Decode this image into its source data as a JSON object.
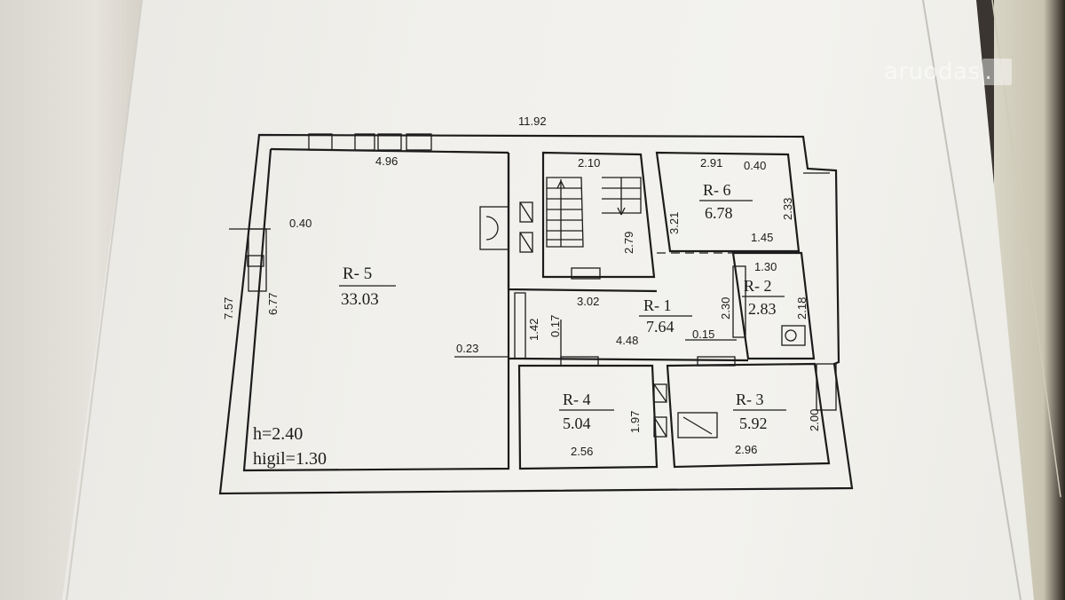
{
  "watermark": {
    "brand": "aruodas",
    "tld": ".lt"
  },
  "plan": {
    "overall_width": "11.92",
    "overall_height": "7.57",
    "wall_top": "0.40",
    "wall_right": "0.40",
    "r5_width": "4.96",
    "r5_height": "6.77",
    "stair_width": "2.10",
    "stair_length": "2.79",
    "hall_width": "3.02",
    "hall_length": "4.48",
    "dim_142": "1.42",
    "dim_017": "0.17",
    "dim_023": "0.23",
    "dim_015": "0.15",
    "dim_230": "2.30",
    "dim_321": "3.21",
    "r6_width": "2.91",
    "r6_height": "2.33",
    "r6_dim2": "1.45",
    "r2_width": "1.30",
    "r2_height": "2.18",
    "r4_width": "2.56",
    "r4_height": "1.97",
    "r3_width": "2.96",
    "r3_height": "2.00",
    "height_note": "h=2.40",
    "higil_note": "higil=1.30"
  },
  "rooms": [
    {
      "id": "R- 5",
      "area": "33.03"
    },
    {
      "id": "R- 6",
      "area": "6.78"
    },
    {
      "id": "R- 1",
      "area": "7.64"
    },
    {
      "id": "R- 2",
      "area": "2.83"
    },
    {
      "id": "R- 4",
      "area": "5.04"
    },
    {
      "id": "R- 3",
      "area": "5.92"
    }
  ],
  "colors": {
    "ink": "#1c1c1c",
    "paper": "#f1f0ec"
  }
}
